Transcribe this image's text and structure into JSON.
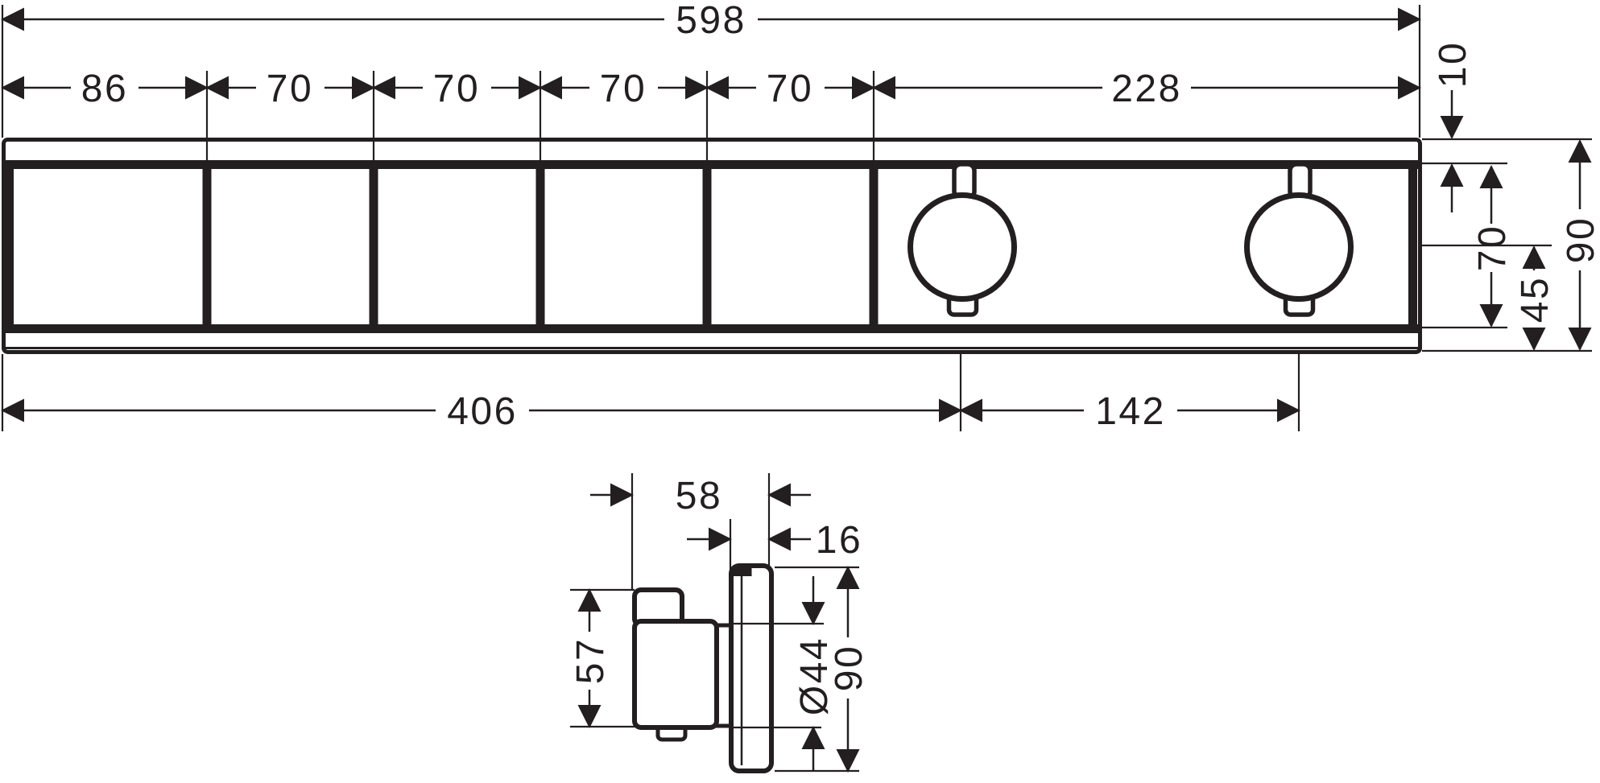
{
  "front_view": {
    "top_dims": {
      "overall": "598",
      "segments": [
        "86",
        "70",
        "70",
        "70",
        "70",
        "228"
      ]
    },
    "right_dims": {
      "top_offset": "10",
      "face_height": "70",
      "center_from_bottom": "45",
      "overall_height": "90"
    },
    "bottom_dims": {
      "to_first_knob": "406",
      "knob_spacing": "142"
    }
  },
  "side_view": {
    "dims": {
      "total_depth": "58",
      "front_depth": "16",
      "body_height": "57",
      "knob_diameter": "Ø44",
      "plate_height": "90"
    }
  },
  "colors": {
    "line": "#231f20",
    "background": "#ffffff"
  }
}
